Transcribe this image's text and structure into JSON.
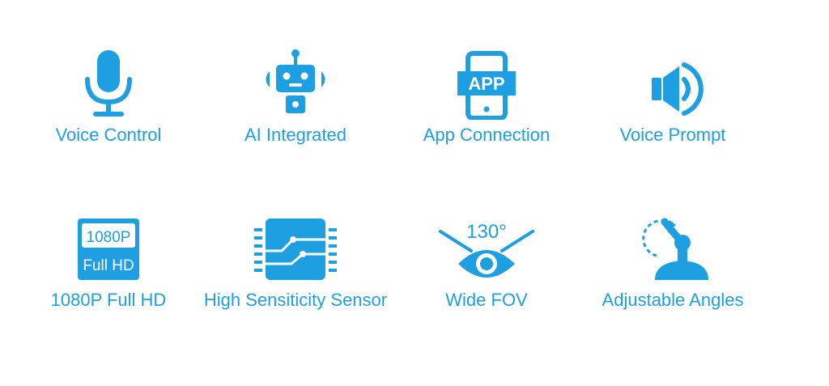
{
  "accent_color": "#1e9fe2",
  "features": [
    {
      "icon": "microphone-icon",
      "label": "Voice Control"
    },
    {
      "icon": "robot-icon",
      "label": "AI Integrated"
    },
    {
      "icon": "tablet-app-icon",
      "label": "App Connection",
      "badge": "APP"
    },
    {
      "icon": "speaker-icon",
      "label": "Voice Prompt"
    },
    {
      "icon": "1080p-icon",
      "label": "1080P Full HD",
      "badge_top": "1080P",
      "badge_bottom": "Full HD"
    },
    {
      "icon": "sensor-chip-icon",
      "label": "High Sensiticity Sensor"
    },
    {
      "icon": "eye-fov-icon",
      "label": "Wide FOV",
      "angle": "130°"
    },
    {
      "icon": "adjustable-angle-icon",
      "label": "Adjustable Angles"
    }
  ]
}
